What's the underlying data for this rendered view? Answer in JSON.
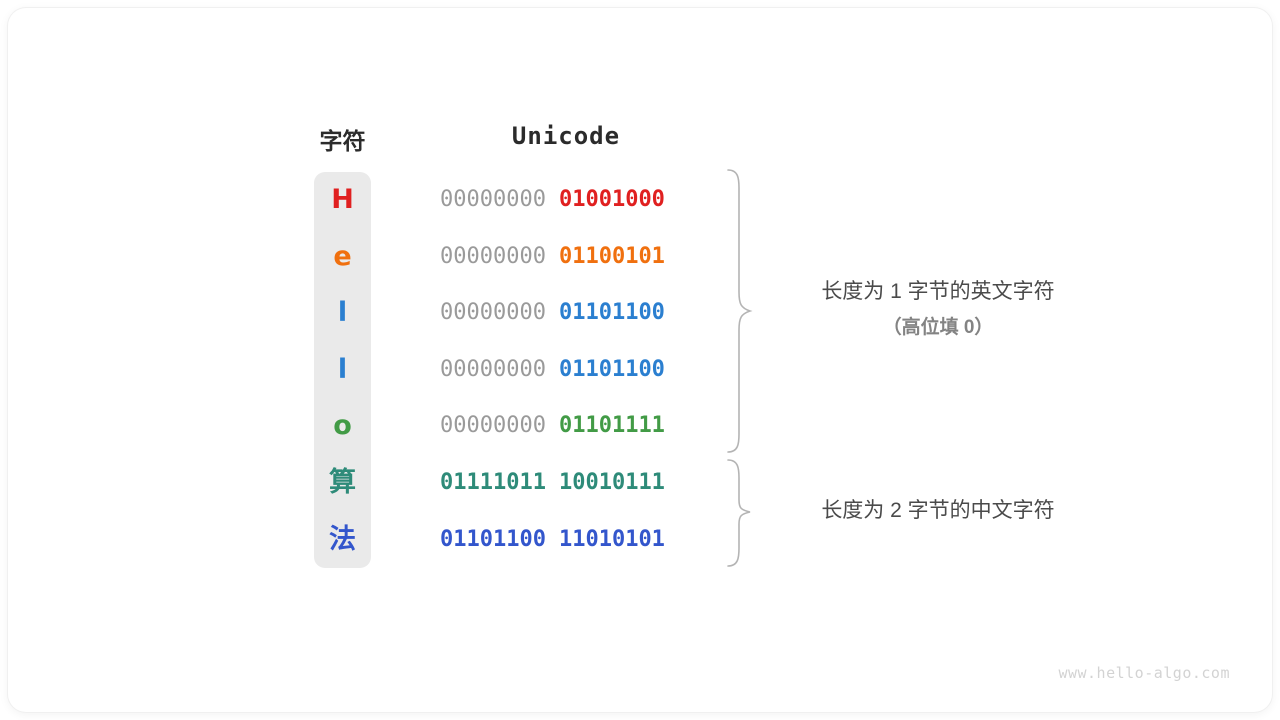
{
  "card": {
    "background": "#ffffff",
    "border_radius": 18
  },
  "headers": {
    "char": "字符",
    "unicode": "Unicode"
  },
  "colors": {
    "red": "#e02020",
    "orange": "#f0700f",
    "blue": "#2b7fd0",
    "green": "#429b46",
    "teal": "#2e8b79",
    "indigo": "#3356cc",
    "grey_byte": "#9a9a9a",
    "column_bg": "#eaeaea",
    "brace": "#b4b4b4",
    "text": "#4a4a4a",
    "watermark": "#d3d3d3"
  },
  "rows": [
    {
      "char": "H",
      "color": "#e02020",
      "hi": "00000000",
      "lo": "01001000",
      "hi_colored": false,
      "cjk": false
    },
    {
      "char": "e",
      "color": "#f0700f",
      "hi": "00000000",
      "lo": "01100101",
      "hi_colored": false,
      "cjk": false
    },
    {
      "char": "l",
      "color": "#2b7fd0",
      "hi": "00000000",
      "lo": "01101100",
      "hi_colored": false,
      "cjk": false
    },
    {
      "char": "l",
      "color": "#2b7fd0",
      "hi": "00000000",
      "lo": "01101100",
      "hi_colored": false,
      "cjk": false
    },
    {
      "char": "o",
      "color": "#429b46",
      "hi": "00000000",
      "lo": "01101111",
      "hi_colored": false,
      "cjk": false
    },
    {
      "char": "算",
      "color": "#2e8b79",
      "hi": "01111011",
      "lo": "10010111",
      "hi_colored": true,
      "cjk": true
    },
    {
      "char": "法",
      "color": "#3356cc",
      "hi": "01101100",
      "lo": "11010101",
      "hi_colored": true,
      "cjk": true
    }
  ],
  "annotations": {
    "group1_main": "长度为 1 字节的英文字符",
    "group1_sub": "（高位填 0）",
    "group2_main": "长度为 2 字节的中文字符"
  },
  "watermark": "www.hello-algo.com"
}
